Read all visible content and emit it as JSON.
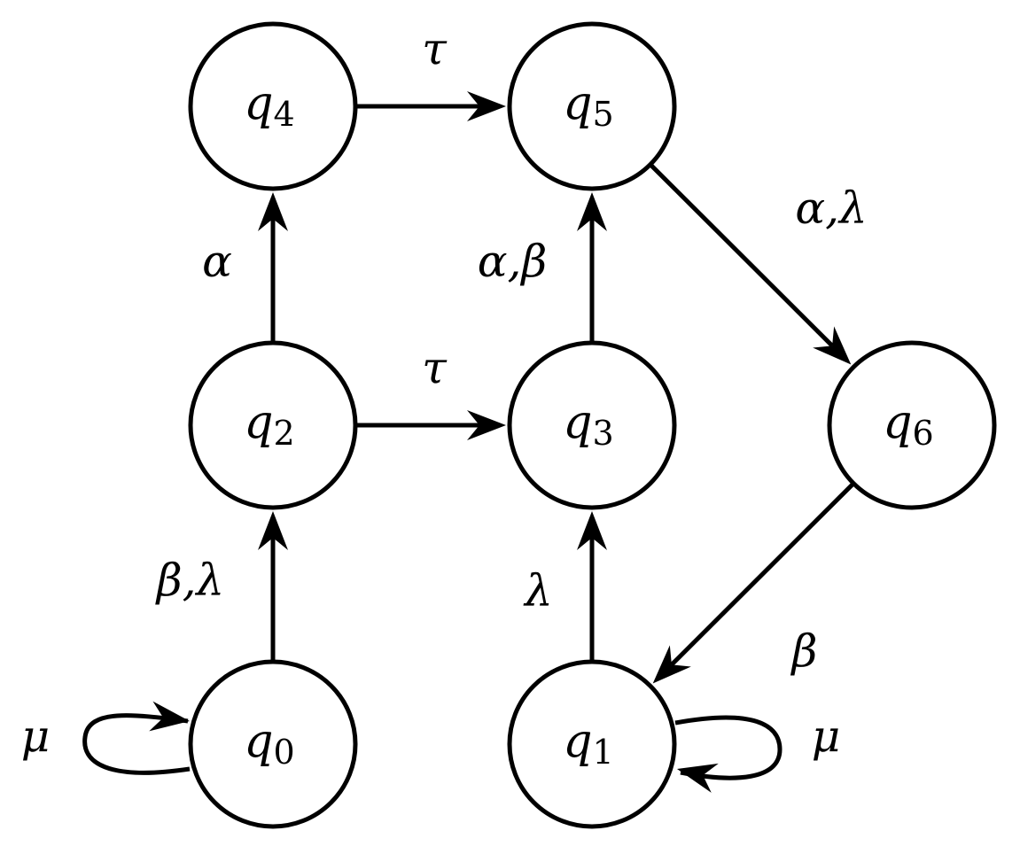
{
  "diagram": {
    "type": "state-transition-graph",
    "nodes": [
      {
        "id": "q0",
        "symbol": "q",
        "index": "0"
      },
      {
        "id": "q1",
        "symbol": "q",
        "index": "1"
      },
      {
        "id": "q2",
        "symbol": "q",
        "index": "2"
      },
      {
        "id": "q3",
        "symbol": "q",
        "index": "3"
      },
      {
        "id": "q4",
        "symbol": "q",
        "index": "4"
      },
      {
        "id": "q5",
        "symbol": "q",
        "index": "5"
      },
      {
        "id": "q6",
        "symbol": "q",
        "index": "6"
      }
    ],
    "edges": [
      {
        "from": "q0",
        "to": "q0",
        "label": "μ"
      },
      {
        "from": "q0",
        "to": "q2",
        "label": "β,λ"
      },
      {
        "from": "q2",
        "to": "q4",
        "label": "α"
      },
      {
        "from": "q2",
        "to": "q3",
        "label": "τ"
      },
      {
        "from": "q4",
        "to": "q5",
        "label": "τ"
      },
      {
        "from": "q3",
        "to": "q5",
        "label": "α,β"
      },
      {
        "from": "q5",
        "to": "q6",
        "label": "α,λ"
      },
      {
        "from": "q6",
        "to": "q1",
        "label": "β"
      },
      {
        "from": "q1",
        "to": "q3",
        "label": "λ"
      },
      {
        "from": "q1",
        "to": "q1",
        "label": "μ"
      }
    ]
  }
}
